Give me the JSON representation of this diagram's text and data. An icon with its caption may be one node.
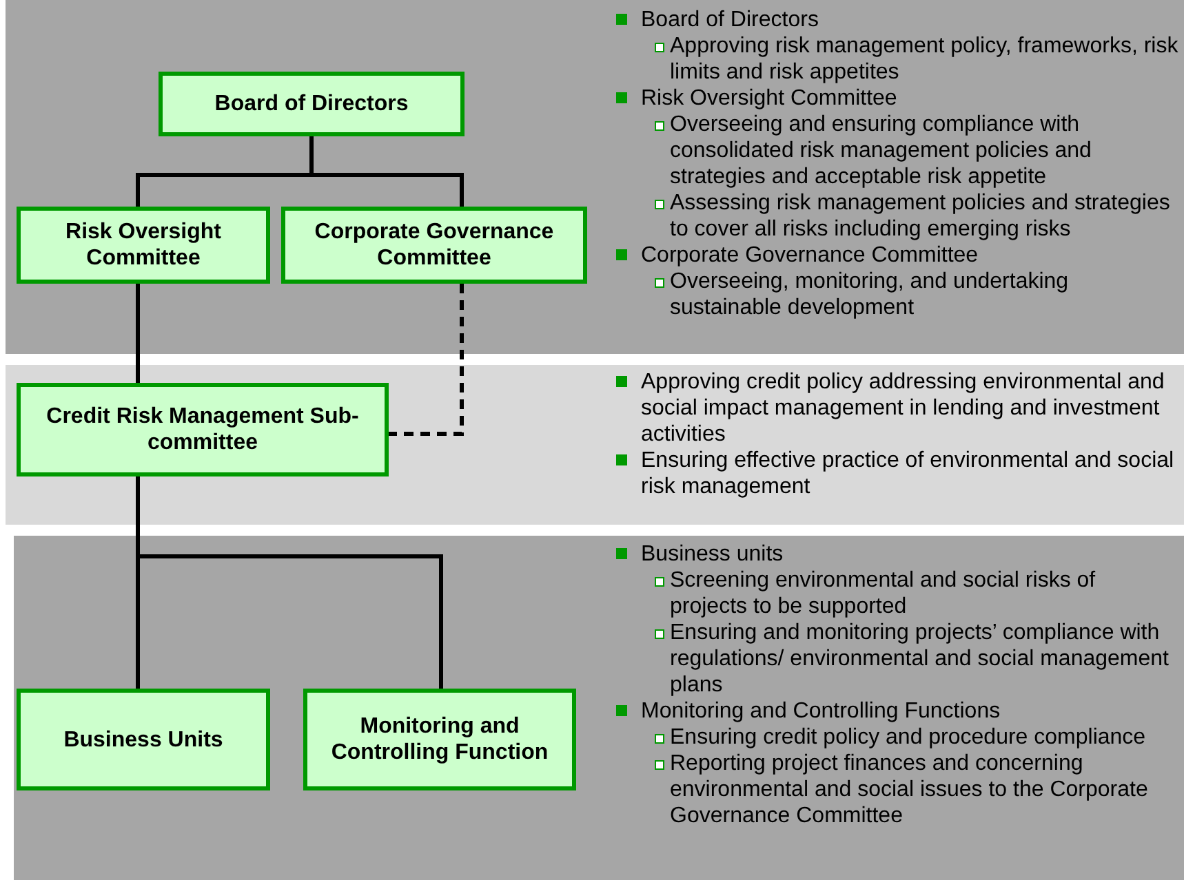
{
  "diagram": {
    "nodes": [
      {
        "text": [
          "Board of Directors",
          "Approving risk management policy, frameworks, risk limits and risk appetites",
          "Risk Oversight Committee",
          "Overseeing and ensuring compliance with consolidated risk management policies and strategies and acceptable risk appetite",
          "Assessing risk management policies and strategies to cover all risks including emerging risks",
          "Corporate Governance Committee",
          "Overseeing, monitoring, and undertaking sustainable development"
        ]
      },
      {
        "text": [
          "Board of Directors"
        ],
        "in": 0
      },
      {
        "text": [
          "Risk Oversight Committee"
        ],
        "in": 0
      },
      {
        "text": [
          "Corporate Governance Committee"
        ],
        "in": 0
      },
      {
        "text": [
          "Approving credit policy addressing environmental and social impact management in lending and investment activities",
          "Ensuring effective practice of environmental and social risk management"
        ]
      },
      {
        "text": [
          "Credit Risk Management Sub-committee"
        ],
        "in": 4
      },
      {
        "text": [
          "Business units",
          "Screening environmental and social risks of projects to be supported",
          "Ensuring and monitoring projects’ compliance with regulations/ environmental and social management plans",
          "Monitoring and Controlling Functions",
          "Ensuring credit policy and procedure compliance",
          "Reporting project finances and concerning environmental and social issues to the Corporate Governance Committee"
        ]
      },
      {
        "text": [
          "Business Units"
        ],
        "in": 6
      },
      {
        "text": [
          "Monitoring and Controlling Function"
        ],
        "in": 6
      }
    ],
    "edges": [
      {
        "from": 1,
        "to": 2,
        "arrow": "none"
      },
      {
        "from": 1,
        "to": 3,
        "arrow": "none"
      },
      {
        "from": 2,
        "to": 5,
        "arrow": "none"
      },
      {
        "from": 3,
        "to": 5,
        "arrow": "none",
        "style": "dashed"
      },
      {
        "from": 5,
        "to": 7,
        "arrow": "none"
      },
      {
        "from": 5,
        "to": 8,
        "arrow": "none"
      }
    ]
  }
}
